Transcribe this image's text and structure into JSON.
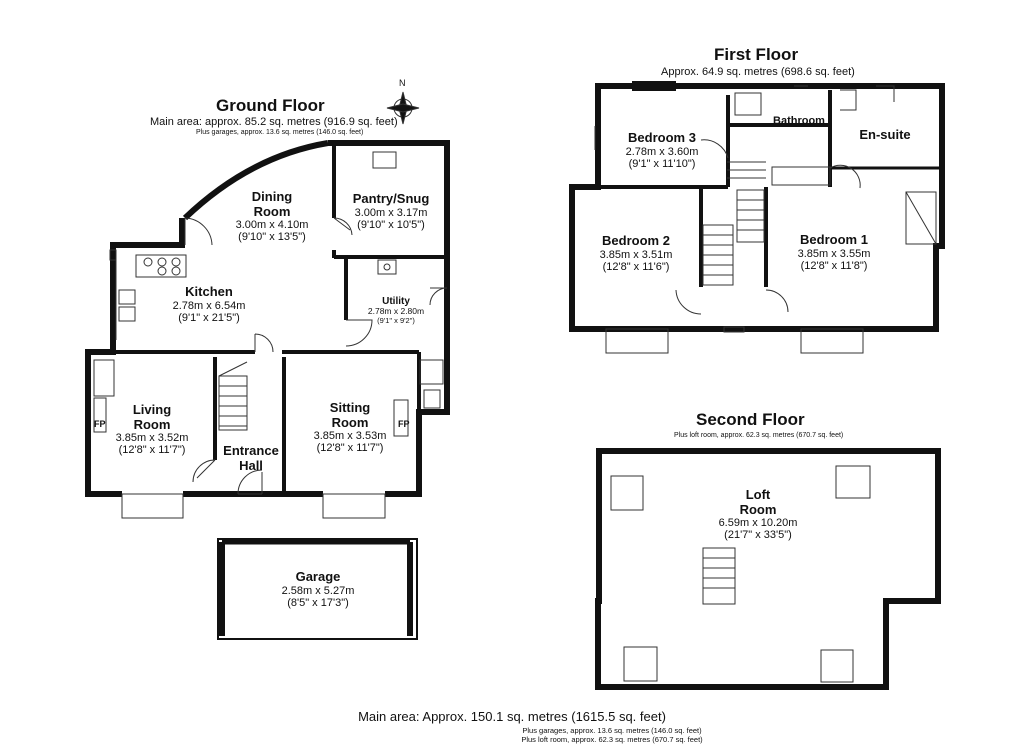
{
  "ground_floor": {
    "title": "Ground Floor",
    "main_area": "Main area: approx. 85.2 sq. metres (916.9 sq. feet)",
    "garages": "Plus garages, approx. 13.6 sq. metres (146.0 sq. feet)",
    "compass": "N",
    "rooms": {
      "dining": {
        "name_line1": "Dining",
        "name_line2": "Room",
        "metric": "3.00m x 4.10m",
        "imperial": "(9'10\" x 13'5\")"
      },
      "pantry": {
        "name": "Pantry/Snug",
        "metric": "3.00m x 3.17m",
        "imperial": "(9'10\" x 10'5\")"
      },
      "kitchen": {
        "name": "Kitchen",
        "metric": "2.78m x 6.54m",
        "imperial": "(9'1\" x 21'5\")"
      },
      "utility": {
        "name": "Utility",
        "metric": "2.78m x 2.80m",
        "imperial": "(9'1\" x 9'2\")"
      },
      "living": {
        "name_line1": "Living",
        "name_line2": "Room",
        "metric": "3.85m x 3.52m",
        "imperial": "(12'8\" x 11'7\")",
        "fp": "FP"
      },
      "entrance": {
        "name_line1": "Entrance",
        "name_line2": "Hall"
      },
      "sitting": {
        "name_line1": "Sitting",
        "name_line2": "Room",
        "metric": "3.85m x 3.53m",
        "imperial": "(12'8\" x 11'7\")",
        "fp": "FP"
      },
      "garage": {
        "name": "Garage",
        "metric": "2.58m x 5.27m",
        "imperial": "(8'5\" x 17'3\")"
      }
    }
  },
  "first_floor": {
    "title": "First Floor",
    "area": "Approx. 64.9 sq. metres (698.6 sq. feet)",
    "rooms": {
      "bedroom3": {
        "name": "Bedroom 3",
        "metric": "2.78m x 3.60m",
        "imperial": "(9'1\" x 11'10\")"
      },
      "bathroom": {
        "name": "Bathroom"
      },
      "ensuite": {
        "name": "En-suite"
      },
      "bedroom2": {
        "name": "Bedroom 2",
        "metric": "3.85m x 3.51m",
        "imperial": "(12'8\" x 11'6\")"
      },
      "bedroom1": {
        "name": "Bedroom 1",
        "metric": "3.85m x 3.55m",
        "imperial": "(12'8\" x 11'8\")"
      }
    }
  },
  "second_floor": {
    "title": "Second Floor",
    "area": "Plus loft room, approx. 62.3 sq. metres (670.7 sq. feet)",
    "rooms": {
      "loft": {
        "name_line1": "Loft",
        "name_line2": "Room",
        "metric": "6.59m x 10.20m",
        "imperial": "(21'7\" x 33'5\")"
      }
    }
  },
  "totals": {
    "main": "Main area: Approx. 150.1 sq. metres (1615.5 sq. feet)",
    "garages": "Plus garages, approx. 13.6 sq. metres (146.0 sq. feet)",
    "loft": "Plus loft room, approx. 62.3 sq. metres (670.7 sq. feet)"
  }
}
